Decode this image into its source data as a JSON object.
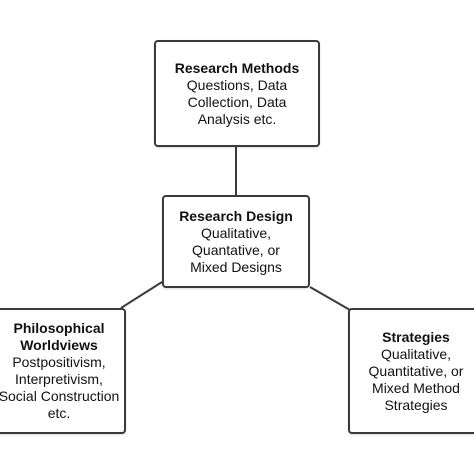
{
  "diagram": {
    "type": "hub-and-spoke",
    "nodes": {
      "methods": {
        "title": "Research Methods",
        "body": "Questions, Data\nCollection, Data\nAnalysis etc."
      },
      "design": {
        "title": "Research Design",
        "body": "Qualitative,\nQuantative, or\nMixed Designs"
      },
      "worldviews": {
        "title": "Philosophical\nWorldviews",
        "body": "Postpositivism,\nInterpretivism,\nSocial Construction\netc."
      },
      "strategies": {
        "title": "Strategies",
        "body": "Qualitative,\nQuantitative, or\nMixed Method\nStrategies"
      }
    },
    "edges": [
      {
        "from": "design",
        "to": "methods"
      },
      {
        "from": "design",
        "to": "worldviews"
      },
      {
        "from": "design",
        "to": "strategies"
      }
    ],
    "colors": {
      "border": "#3a3a3a",
      "line": "#3a3a3a",
      "background": "#ffffff"
    }
  }
}
